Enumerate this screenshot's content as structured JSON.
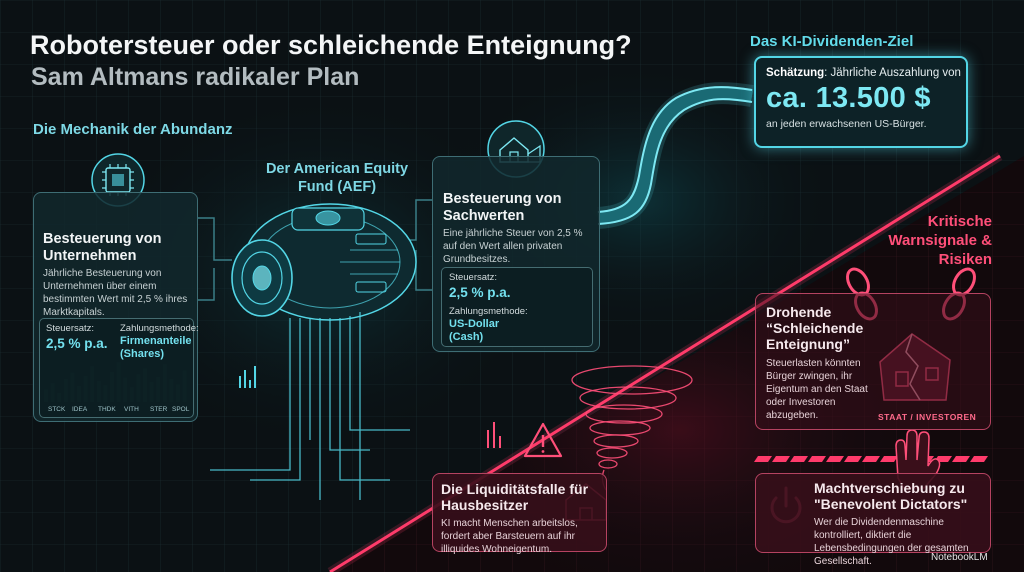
{
  "header": {
    "title": "Robotersteuer oder schleichende Enteignung?",
    "subtitle": "Sam Altmans radikaler Plan"
  },
  "mechanics": {
    "heading": "Die Mechanik der Abundanz",
    "aef_title": "Der American Equity Fund (AEF)",
    "corporate": {
      "title": "Besteuerung von Unternehmen",
      "description": "Jährliche Besteuerung von Unternehmen über einem bestimmten Wert mit 2,5 % ihres Marktkapitals.",
      "rate_label": "Steuersatz:",
      "rate_value": "2,5 % p.a.",
      "method_label": "Zahlungsmethode:",
      "method_value": "Firmenanteile (Shares)",
      "ticker_labels": [
        "STCK",
        "IDEA",
        "THDK",
        "VITH",
        "STER",
        "SPOL"
      ],
      "bar_levels": [
        0.3,
        0.45,
        0.22,
        0.55,
        0.7,
        0.38,
        0.62,
        0.85,
        0.5,
        0.4,
        0.72,
        0.95,
        0.58,
        0.35,
        0.66,
        0.8,
        0.48,
        0.6,
        0.9,
        0.55,
        0.42,
        0.75
      ]
    },
    "property": {
      "title": "Besteuerung von Sachwerten",
      "description": "Eine jährliche Steuer von 2,5 % auf den Wert allen privaten Grundbesitzes.",
      "rate_label": "Steuersatz:",
      "rate_value": "2,5 % p.a.",
      "method_label": "Zahlungsmethode:",
      "method_value": "US-Dollar (Cash)"
    }
  },
  "goal": {
    "heading": "Das KI-Dividenden-Ziel",
    "estimate_label": "Schätzung",
    "estimate_text": ": Jährliche Auszahlung von",
    "amount": "ca. 13.500 $",
    "target": "an jeden erwachsenen US-Bürger."
  },
  "risks": {
    "heading": "Kritische Warnsignale & Risiken",
    "expropriation": {
      "title": "Drohende “Schleichende Enteignung”",
      "description": "Steuerlasten könnten Bürger zwingen, ihr Eigentum an den Staat oder Investoren abzugeben.",
      "badge": "STAAT / INVESTOREN"
    },
    "liquidity": {
      "title": "Die Liquiditätsfalle für Hausbesitzer",
      "description": "KI macht Menschen arbeitslos, fordert aber Barsteuern auf ihr illiquides Wohneigentum."
    },
    "power": {
      "title": "Machtverschiebung zu \"Benevolent Dictators\"",
      "description": "Wer die Dividendenmaschine kontrolliert, diktiert die Lebensbedingungen der gesamten Gesellschaft."
    }
  },
  "footer": {
    "brand": "NotebookLM"
  },
  "colors": {
    "accent_cyan": "#53d6e6",
    "accent_red": "#ff4f79",
    "background": "#0b1114"
  }
}
